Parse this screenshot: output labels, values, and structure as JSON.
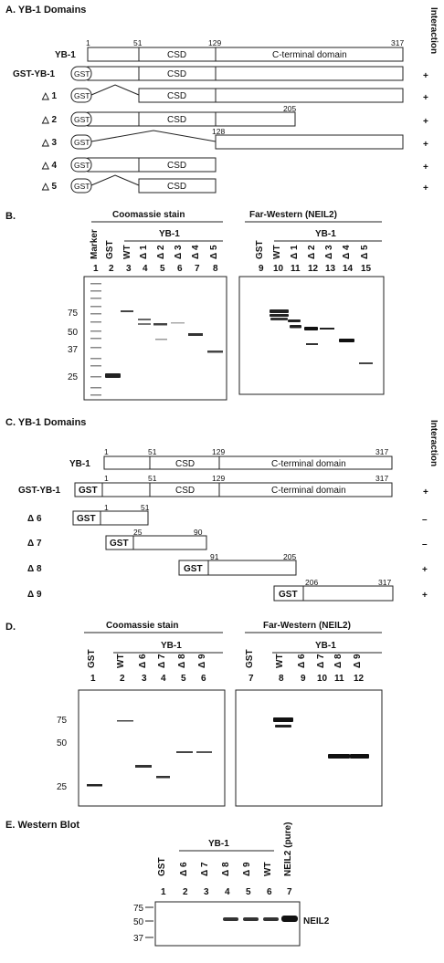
{
  "panelA": {
    "title": "A. YB-1 Domains",
    "interaction_header": "Interaction",
    "numbers": {
      "n1": "1",
      "n51": "51",
      "n129": "129",
      "n317": "317",
      "n205": "205",
      "n128": "128"
    },
    "domains": {
      "csd": "CSD",
      "cterm": "C-terminal domain",
      "gst": "GST"
    },
    "rows": [
      {
        "label": "YB-1",
        "interaction": ""
      },
      {
        "label": "GST-YB-1",
        "interaction": "+"
      },
      {
        "label": "△ 1",
        "interaction": "+"
      },
      {
        "label": "△ 2",
        "interaction": "+"
      },
      {
        "label": "△ 3",
        "interaction": "+"
      },
      {
        "label": "△ 4",
        "interaction": "+"
      },
      {
        "label": "△ 5",
        "interaction": "+"
      }
    ]
  },
  "panelB": {
    "title": "B.",
    "coomassie": "Coomassie stain",
    "farwestern": "Far-Western (NEIL2)",
    "yb1": "YB-1",
    "left_lanes": [
      "Marker",
      "GST",
      "WT",
      "Δ 1",
      "Δ 2",
      "Δ 3",
      "Δ 4",
      "Δ 5"
    ],
    "left_nums": [
      "1",
      "2",
      "3",
      "4",
      "5",
      "6",
      "7",
      "8"
    ],
    "right_lanes": [
      "GST",
      "WT",
      "Δ 1",
      "Δ 2",
      "Δ 3",
      "Δ 4",
      "Δ 5"
    ],
    "right_nums": [
      "9",
      "10",
      "11",
      "12",
      "13",
      "14",
      "15"
    ],
    "mw": [
      "75",
      "50",
      "37",
      "25"
    ]
  },
  "panelC": {
    "title": "C. YB-1 Domains",
    "interaction_header": "Interaction",
    "numbers": {
      "n1": "1",
      "n51": "51",
      "n129": "129",
      "n317": "317",
      "n25": "25",
      "n90": "90",
      "n91": "91",
      "n205": "205",
      "n206": "206"
    },
    "domains": {
      "csd": "CSD",
      "cterm": "C-terminal domain",
      "gst": "GST"
    },
    "rows": [
      {
        "label": "YB-1",
        "interaction": ""
      },
      {
        "label": "GST-YB-1",
        "interaction": "+"
      },
      {
        "label": "Δ 6",
        "interaction": "–"
      },
      {
        "label": "Δ 7",
        "interaction": "–"
      },
      {
        "label": "Δ 8",
        "interaction": "+"
      },
      {
        "label": "Δ 9",
        "interaction": "+"
      }
    ]
  },
  "panelD": {
    "title": "D.",
    "coomassie": "Coomassie stain",
    "farwestern": "Far-Western (NEIL2)",
    "yb1": "YB-1",
    "left_lanes": [
      "GST",
      "WT",
      "Δ 6",
      "Δ 7",
      "Δ 8",
      "Δ 9"
    ],
    "left_nums": [
      "1",
      "2",
      "3",
      "4",
      "5",
      "6"
    ],
    "right_lanes": [
      "GST",
      "WT",
      "Δ 6",
      "Δ 7",
      "Δ 8",
      "Δ 9"
    ],
    "right_nums": [
      "7",
      "8",
      "9",
      "10",
      "11",
      "12"
    ],
    "mw": [
      "75",
      "50",
      "25"
    ]
  },
  "panelE": {
    "title": "E.  Western Blot",
    "yb1": "YB-1",
    "lanes": [
      "GST",
      "Δ 6",
      "Δ 7",
      "Δ 8",
      "Δ 9",
      "WT",
      "NEIL2 (pure)"
    ],
    "nums": [
      "1",
      "2",
      "3",
      "4",
      "5",
      "6",
      "7"
    ],
    "mw": [
      "75",
      "50",
      "37"
    ],
    "band_label": "NEIL2"
  }
}
